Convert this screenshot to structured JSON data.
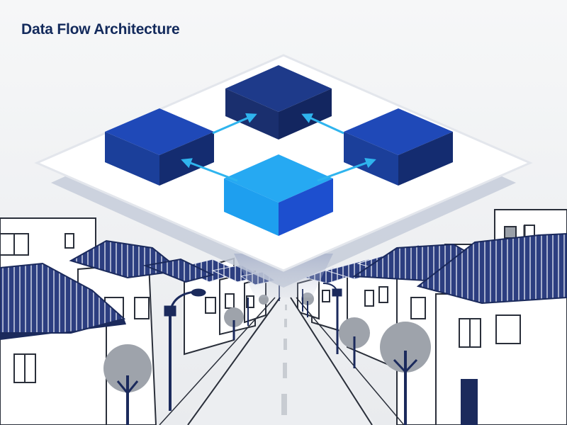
{
  "title": "Data Flow Architecture",
  "colors": {
    "background": "#f1f2f4",
    "title": "#132a5c",
    "platform": "#ffffff",
    "block_dark": "#1e3a8a",
    "block_light": "#1ea7f0",
    "arrow": "#2fb4ee",
    "roof": "#2c3e80",
    "line": "#2a2f3a",
    "tree": "#9ea3ab"
  },
  "diagram": {
    "nodes": [
      {
        "id": "top",
        "role": "dark-block"
      },
      {
        "id": "left",
        "role": "dark-block"
      },
      {
        "id": "right",
        "role": "dark-block"
      },
      {
        "id": "bottom",
        "role": "light-block"
      }
    ],
    "edges": [
      {
        "from": "left",
        "to": "top"
      },
      {
        "from": "right",
        "to": "top"
      },
      {
        "from": "bottom",
        "to": "left"
      },
      {
        "from": "bottom",
        "to": "right"
      }
    ]
  },
  "icons": [
    "street-lamp-icon",
    "tree-icon",
    "hanok-roof-icon"
  ]
}
